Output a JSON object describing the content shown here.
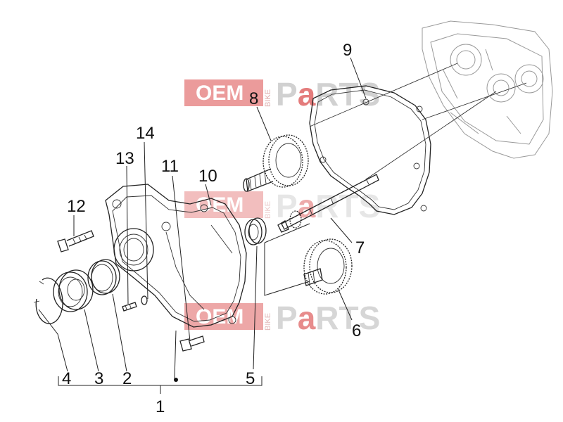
{
  "watermark": {
    "oem": "OEM",
    "bike": "BIKE",
    "parts": "PaRTS",
    "colors": {
      "red": "#e06666",
      "gray": "#c8c8c8"
    }
  },
  "callouts": {
    "c1": "1",
    "c2": "2",
    "c3": "3",
    "c4": "4",
    "c5": "5",
    "c6": "6",
    "c7": "7",
    "c8": "8",
    "c9": "9",
    "c10": "10",
    "c11": "11",
    "c12": "12",
    "c13": "13",
    "c14": "14"
  }
}
